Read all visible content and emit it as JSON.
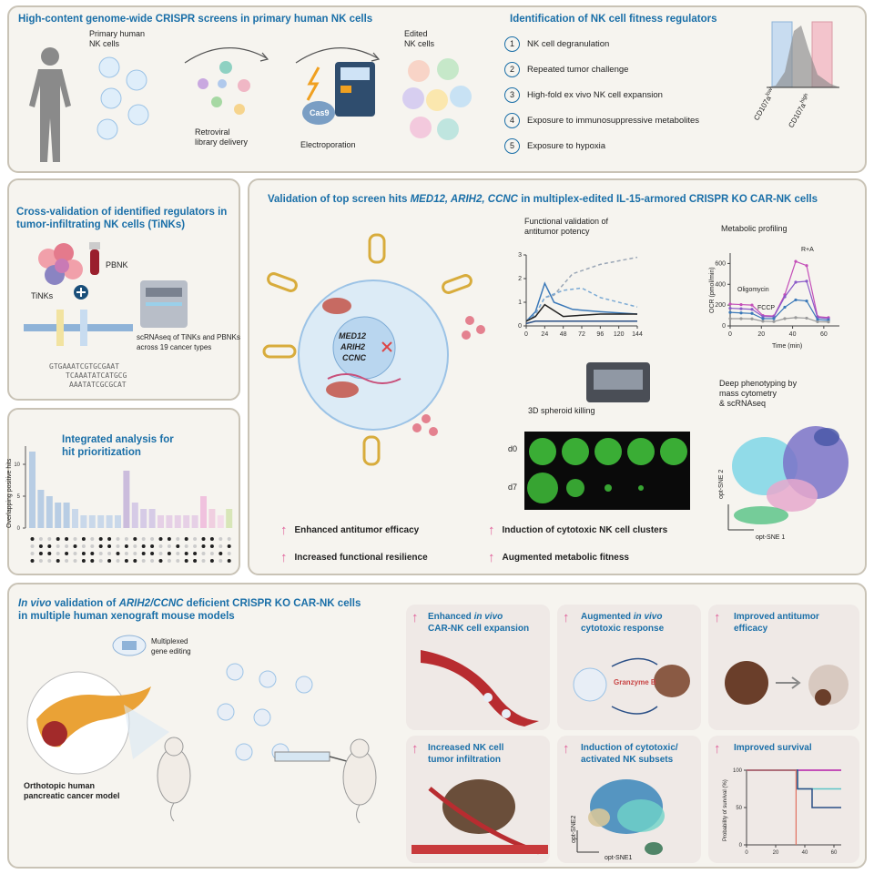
{
  "panel1": {
    "title": "High-content genome-wide CRISPR screens in primary human NK cells",
    "primary_label_1": "Primary human",
    "primary_label_2": "NK cells",
    "retroviral_1": "Retroviral",
    "retroviral_2": "library delivery",
    "electroporation": "Electroporation",
    "cas9": "Cas9",
    "edited_1": "Edited",
    "edited_2": "NK cells",
    "fitness_title": "Identification of NK cell fitness regulators",
    "fitness_items": [
      {
        "num": "1",
        "label": "NK cell degranulation"
      },
      {
        "num": "2",
        "label": "Repeated tumor challenge"
      },
      {
        "num": "3",
        "label": "High-fold ex vivo NK cell expansion"
      },
      {
        "num": "4",
        "label": "Exposure to immunosuppressive metabolites"
      },
      {
        "num": "5",
        "label": "Exposure to hypoxia"
      }
    ],
    "cd107_low": "CD107a",
    "cd107_low_sup": "low",
    "cd107_high": "CD107a",
    "cd107_high_sup": "high"
  },
  "panel2": {
    "title_1": "Cross-validation of identified regulators in",
    "title_2": "tumor-infiltrating NK cells (TiNKs)",
    "tinks": "TiNKs",
    "pbnk": "PBNK",
    "scrna_1": "scRNAseq of TiNKs and PBNKs",
    "scrna_2": "across 19 cancer types",
    "seq_1": "GTGAAATCGTGCGAAT",
    "seq_2": "TCAAATATCATGCG",
    "seq_3": "AAATATCGCGCAT"
  },
  "panel3": {
    "title_1": "Integrated analysis for",
    "title_2": "hit prioritization",
    "ylabel": "Overlapping positive hits"
  },
  "panel4": {
    "title_pre": "Validation of top screen hits ",
    "title_genes": "MED12, ARIH2, CCNC",
    "title_post": " in multiplex-edited IL-15-armored CRISPR KO CAR-NK cells",
    "gene_1": "MED12",
    "gene_2": "ARIH2",
    "gene_3": "CCNC",
    "func_1": "Functional validation of",
    "func_2": "antitumor potency",
    "metab": "Metabolic profiling",
    "ocr_label": "OCR (pmol/min)",
    "time_label": "Time (min)",
    "oligomycin": "Oligomycin",
    "fccp": "FCCP",
    "ra": "R+A",
    "spheroid": "3D spheroid killing",
    "d0": "d0",
    "d7": "d7",
    "deep_1": "Deep phenotyping by",
    "deep_2": "mass cytometry",
    "deep_3": "& scRNAseq",
    "sne1": "opt-SNE 1",
    "sne2": "opt-SNE 2",
    "outcomes": [
      "Enhanced antitumor efficacy",
      "Induction of cytotoxic NK cell clusters",
      "Increased functional resilience",
      "Augmented metabolic fitness"
    ]
  },
  "panel5": {
    "title_1_pre": "In vivo",
    "title_1_mid": " validation of ",
    "title_1_genes": "ARIH2/CCNC",
    "title_1_post": " deficient CRISPR KO CAR-NK cells",
    "title_2": "in multiple human xenograft mouse models",
    "multiplexed_1": "Multiplexed",
    "multiplexed_2": "gene editing",
    "ortho_1": "Orthotopic human",
    "ortho_2": "pancreatic cancer model",
    "cards": [
      {
        "l1a": "Enhanced ",
        "l1b": "in vivo",
        "l2": "CAR-NK cell expansion"
      },
      {
        "l1a": "Augmented ",
        "l1b": "in vivo",
        "l2": "cytotoxic response"
      },
      {
        "l1a": "Improved antitumor",
        "l1b": "",
        "l2": "efficacy"
      },
      {
        "l1a": "Increased NK cell",
        "l1b": "",
        "l2": "tumor infiltration"
      },
      {
        "l1a": "Induction of cytotoxic/",
        "l1b": "",
        "l2": "activated NK subsets"
      },
      {
        "l1a": "Improved survival",
        "l1b": "",
        "l2": ""
      }
    ],
    "granzyme": "Granzyme B",
    "optsne2": "opt-SNE2",
    "optsne1": "opt-SNE1",
    "surv_ylabel": "Probability of survival (%)"
  },
  "axes": {
    "func_x": [
      "0",
      "24",
      "48",
      "72",
      "96",
      "120",
      "144"
    ],
    "func_y": [
      "0",
      "1",
      "2",
      "3"
    ],
    "ocr_x": [
      "0",
      "20",
      "40",
      "60"
    ],
    "ocr_y": [
      "0",
      "200",
      "400",
      "600"
    ],
    "surv_x": [
      "0",
      "20",
      "40",
      "60"
    ],
    "surv_y": [
      "0",
      "50",
      "100"
    ],
    "upset_y": [
      "0",
      "5",
      "10"
    ]
  },
  "colors": {
    "title_blue": "#1a6fa8",
    "pink": "#e0609a",
    "panel_bg": "#f6f4ef",
    "border": "#c9c3b6"
  }
}
